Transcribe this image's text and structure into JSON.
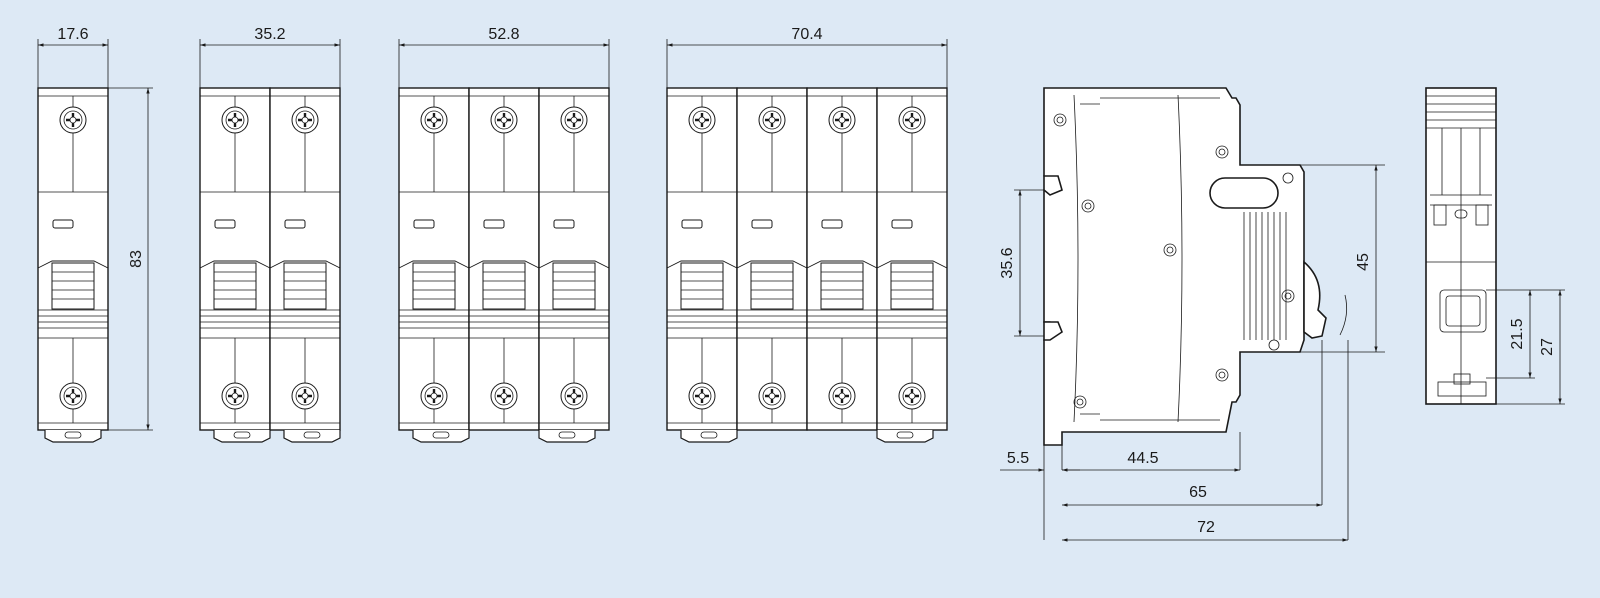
{
  "colors": {
    "background": "#dde9f5",
    "line": "#1a1a1a",
    "body": "#ffffff"
  },
  "front_views": [
    {
      "poles": 1,
      "width_label": "17.6"
    },
    {
      "poles": 2,
      "width_label": "35.2"
    },
    {
      "poles": 3,
      "width_label": "52.8"
    },
    {
      "poles": 4,
      "width_label": "70.4"
    }
  ],
  "height_label": "83",
  "side_view": {
    "rail_height_label": "35.6",
    "front_height_label": "45",
    "rail_offset_label": "5.5",
    "depth_labels": [
      "44.5",
      "65",
      "72"
    ]
  },
  "end_view": {
    "dim_labels": [
      "21.5",
      "27"
    ]
  }
}
